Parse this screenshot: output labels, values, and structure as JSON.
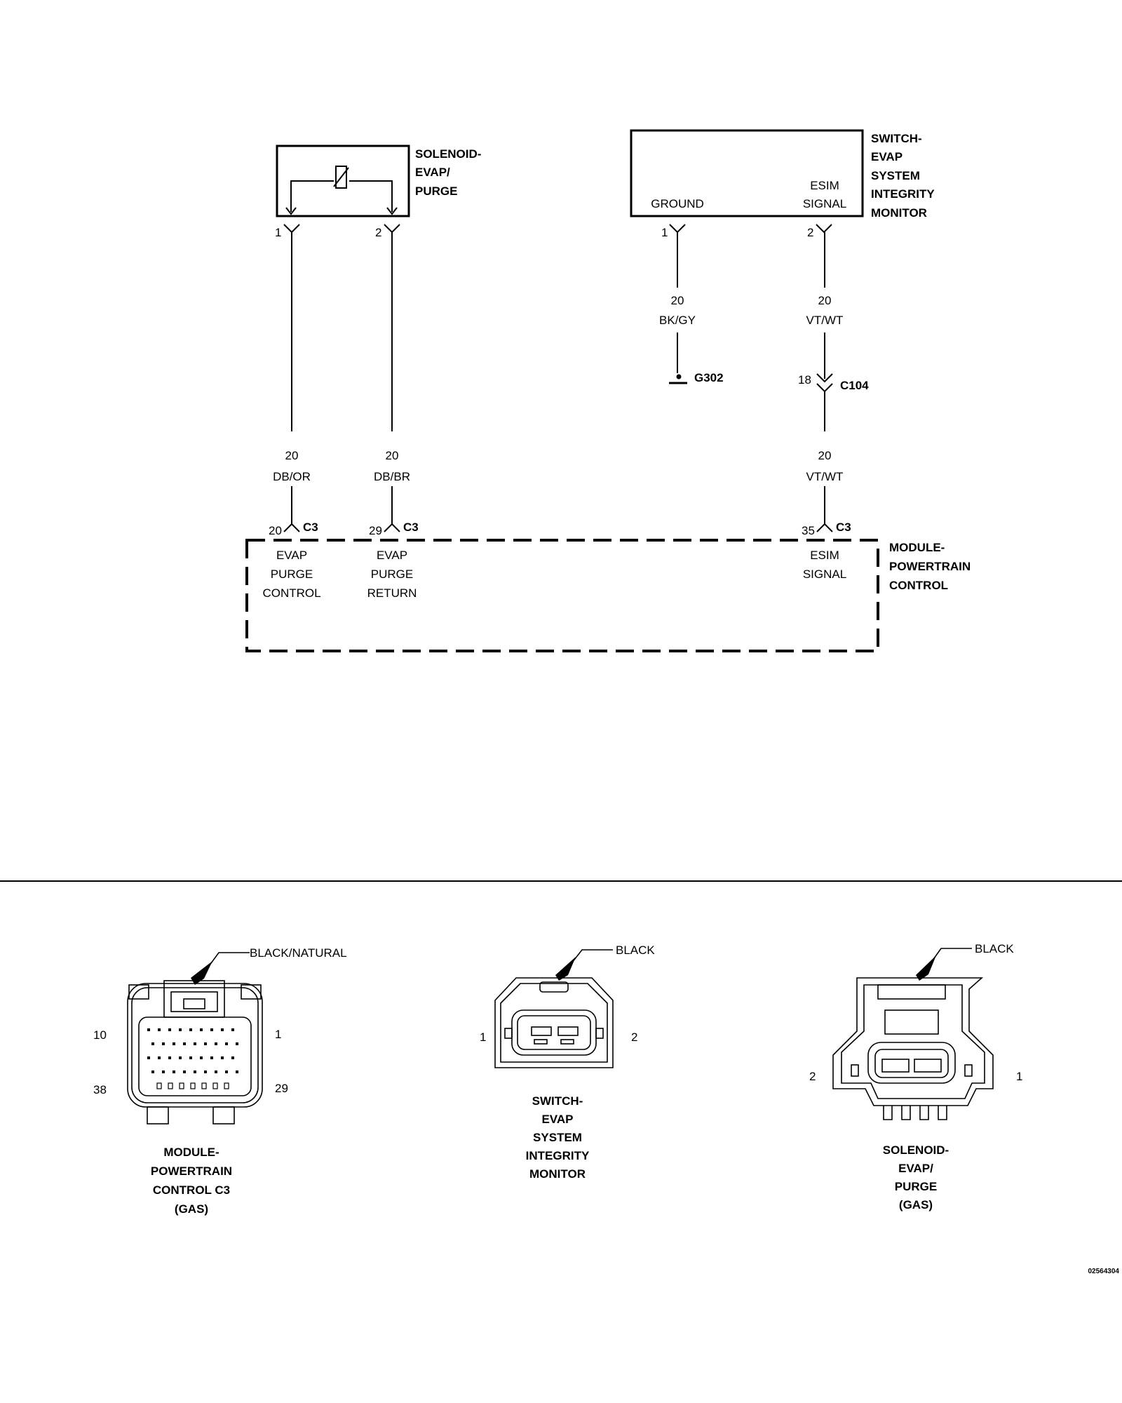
{
  "components": {
    "solenoid": {
      "name_lines": [
        "SOLENOID-",
        "EVAP/",
        "PURGE"
      ],
      "pins": [
        "1",
        "2"
      ]
    },
    "esim_switch": {
      "name_lines": [
        "SWITCH-",
        "EVAP",
        "SYSTEM",
        "INTEGRITY",
        "MONITOR"
      ],
      "pin_ground_label": "GROUND",
      "pin_signal_label_lines": [
        "ESIM",
        "SIGNAL"
      ],
      "pins": [
        "1",
        "2"
      ]
    },
    "pcm": {
      "name_lines": [
        "MODULE-",
        "POWERTRAIN",
        "CONTROL"
      ],
      "pin_labels": [
        [
          "EVAP",
          "PURGE",
          "CONTROL"
        ],
        [
          "EVAP",
          "PURGE",
          "RETURN"
        ],
        [
          "ESIM",
          "SIGNAL"
        ]
      ]
    }
  },
  "wires": {
    "purge_control": {
      "gauge": "20",
      "color": "DB/OR",
      "pcm_pin": "20",
      "connector": "C3"
    },
    "purge_return": {
      "gauge": "20",
      "color": "DB/BR",
      "pcm_pin": "29",
      "connector": "C3"
    },
    "esim_ground": {
      "gauge": "20",
      "color": "BK/GY",
      "ground": "G302"
    },
    "esim_signal_upper": {
      "gauge": "20",
      "color": "VT/WT",
      "inline_pin": "18",
      "inline_connector": "C104"
    },
    "esim_signal_lower": {
      "gauge": "20",
      "color": "VT/WT",
      "pcm_pin": "35",
      "connector": "C3"
    }
  },
  "connector_views": {
    "pcm_c3": {
      "color_callout": "BLACK/NATURAL",
      "pin_numbers": {
        "top_left": "10",
        "top_right": "1",
        "bottom_left": "38",
        "bottom_right": "29"
      },
      "name_lines": [
        "MODULE-",
        "POWERTRAIN",
        "CONTROL C3",
        "(GAS)"
      ]
    },
    "esim": {
      "color_callout": "BLACK",
      "pin_numbers": {
        "left": "1",
        "right": "2"
      },
      "name_lines": [
        "SWITCH-",
        "EVAP",
        "SYSTEM",
        "INTEGRITY",
        "MONITOR"
      ]
    },
    "solenoid": {
      "color_callout": "BLACK",
      "pin_numbers": {
        "left": "2",
        "right": "1"
      },
      "name_lines": [
        "SOLENOID-",
        "EVAP/",
        "PURGE",
        "(GAS)"
      ]
    }
  },
  "figure_id": "02564304"
}
